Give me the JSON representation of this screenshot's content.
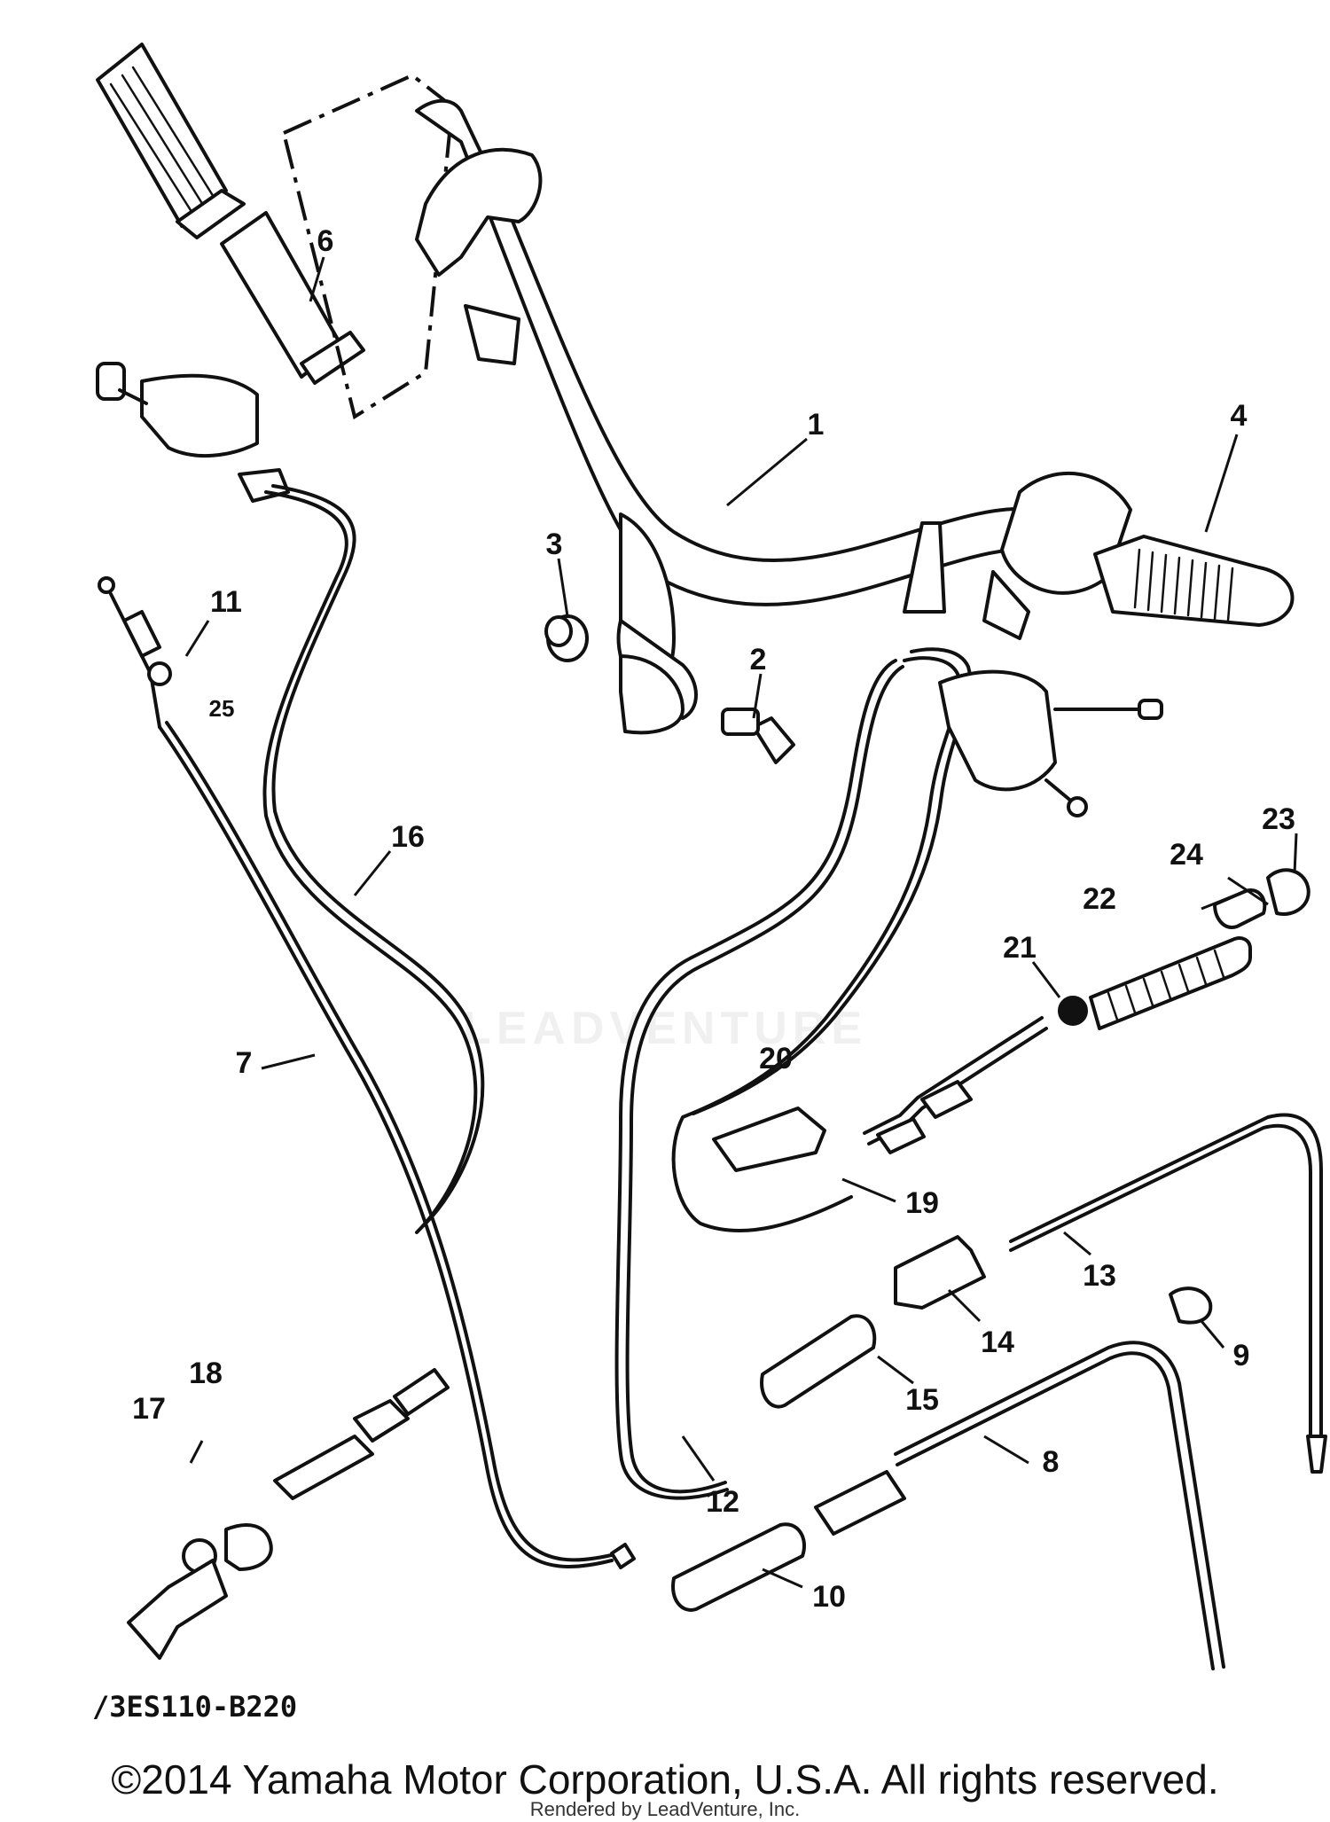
{
  "callouts": [
    "1",
    "2",
    "3",
    "4",
    "6",
    "7",
    "8",
    "9",
    "10",
    "11",
    "12",
    "13",
    "14",
    "15",
    "16",
    "17",
    "18",
    "19",
    "20",
    "21",
    "22",
    "23",
    "24",
    "25"
  ],
  "reference_code": "/3ES110-B220",
  "watermark": "LEADVENTURE",
  "copyright": "©2014 Yamaha Motor Corporation, U.S.A. All rights reserved.",
  "rendered_by": "Rendered by LeadVenture, Inc."
}
